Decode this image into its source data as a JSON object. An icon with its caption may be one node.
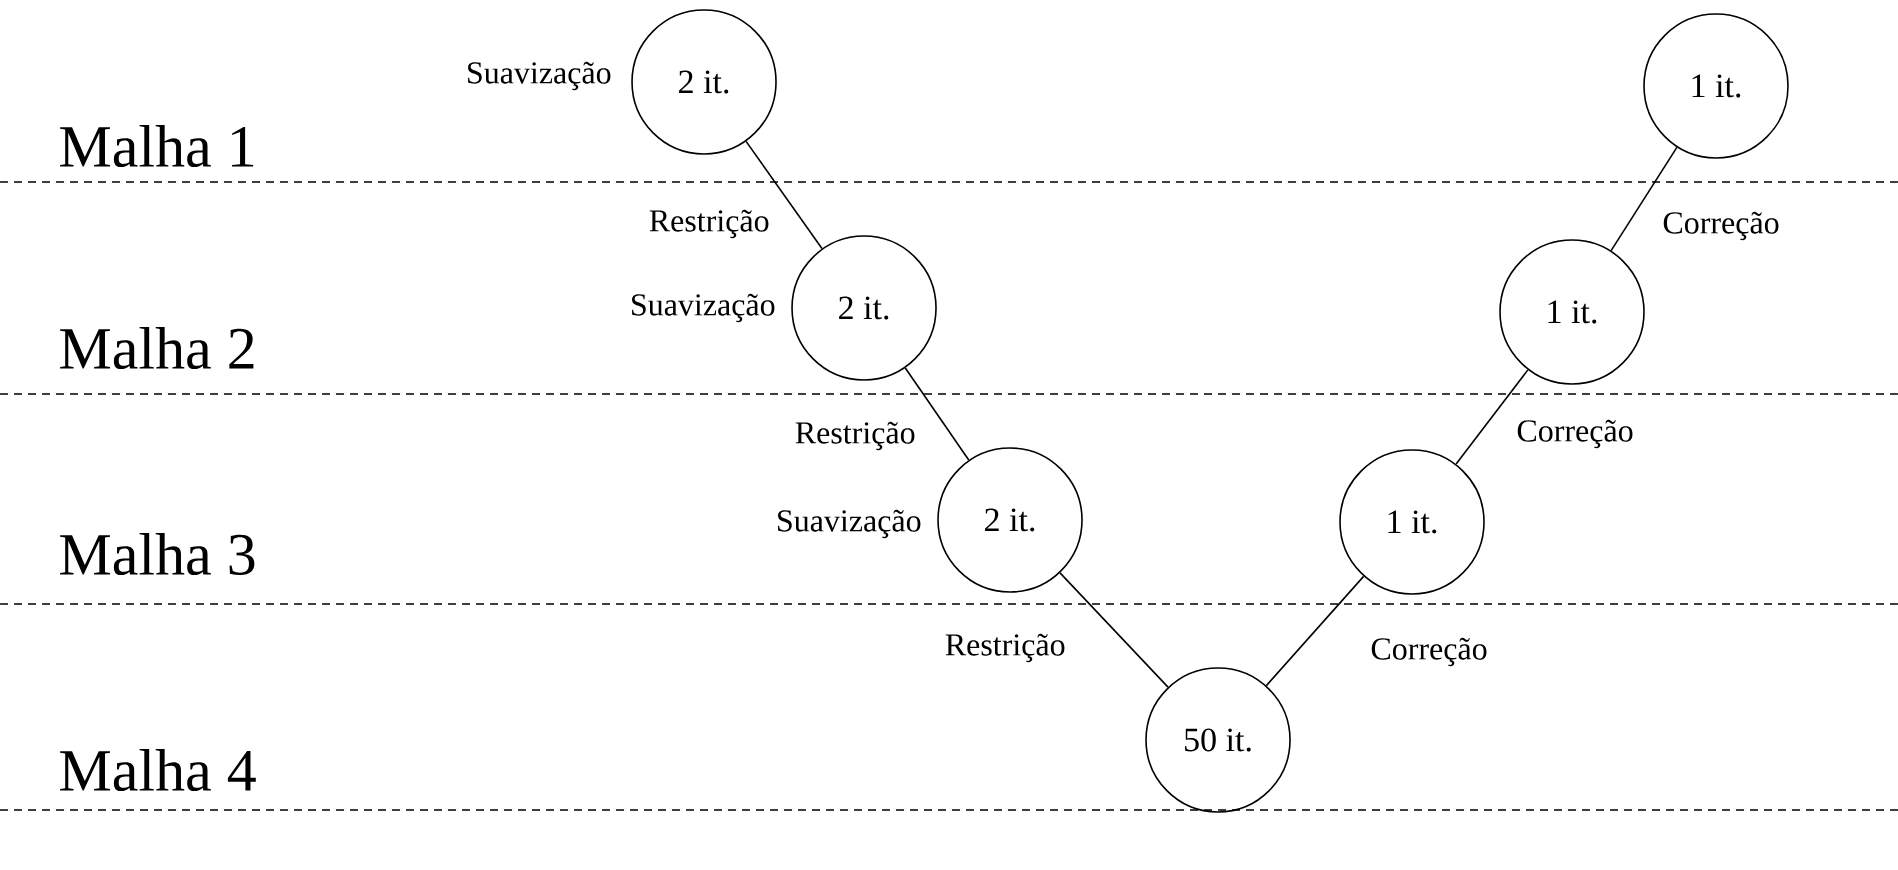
{
  "diagram": {
    "nodes": [
      {
        "text": [
          "2 it."
        ],
        "beside": [
          "Suavização"
        ]
      },
      {
        "text": [
          "2 it."
        ],
        "beside": [
          "Suavização"
        ]
      },
      {
        "text": [
          "2 it."
        ],
        "beside": [
          "Suavização"
        ]
      },
      {
        "text": [
          "50 it."
        ]
      },
      {
        "text": [
          "1 it."
        ]
      },
      {
        "text": [
          "1 it."
        ]
      },
      {
        "text": [
          "1 it."
        ]
      }
    ],
    "edges": [
      {
        "from": 0,
        "to": 1,
        "arrow": "none",
        "label": "Restrição"
      },
      {
        "from": 1,
        "to": 2,
        "arrow": "none",
        "label": "Restrição"
      },
      {
        "from": 2,
        "to": 3,
        "arrow": "none",
        "label": "Restrição"
      },
      {
        "from": 3,
        "to": 4,
        "arrow": "none",
        "label": "Correção"
      },
      {
        "from": 4,
        "to": 5,
        "arrow": "none",
        "label": "Correção"
      },
      {
        "from": 5,
        "to": 6,
        "arrow": "none",
        "label": "Correção"
      }
    ],
    "labels": [
      "Malha 1",
      "Malha 2",
      "Malha 3",
      "Malha 4"
    ]
  }
}
